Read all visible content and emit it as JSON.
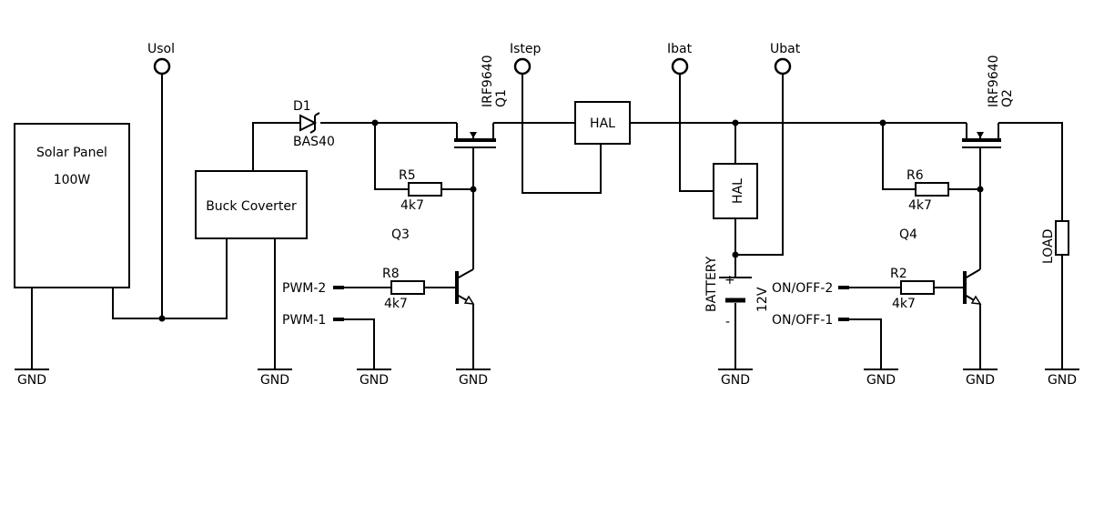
{
  "blocks": {
    "solar_panel": {
      "line1": "Solar Panel",
      "line2": "100W"
    },
    "buck": "Buck Coverter",
    "hal1": "HAL",
    "hal2": "HAL",
    "load": "LOAD",
    "battery": {
      "name": "BATTERY",
      "voltage": "12V",
      "plus": "+",
      "minus": "-"
    }
  },
  "test_points": {
    "usol": "Usol",
    "istep": "Istep",
    "ibat": "Ibat",
    "ubat": "Ubat"
  },
  "components": {
    "d1": {
      "ref": "D1",
      "value": "BAS40"
    },
    "q1": {
      "ref": "Q1",
      "value": "IRF9640"
    },
    "q2": {
      "ref": "Q2",
      "value": "IRF9640"
    },
    "q3": {
      "ref": "Q3"
    },
    "q4": {
      "ref": "Q4"
    },
    "r5": {
      "ref": "R5",
      "value": "4k7"
    },
    "r6": {
      "ref": "R6",
      "value": "4k7"
    },
    "r8": {
      "ref": "R8",
      "value": "4k7"
    },
    "r2": {
      "ref": "R2",
      "value": "4k7"
    }
  },
  "inputs": {
    "pwm2": "PWM-2",
    "pwm1": "PWM-1",
    "onoff2": "ON/OFF-2",
    "onoff1": "ON/OFF-1"
  },
  "ground_label": "GND"
}
